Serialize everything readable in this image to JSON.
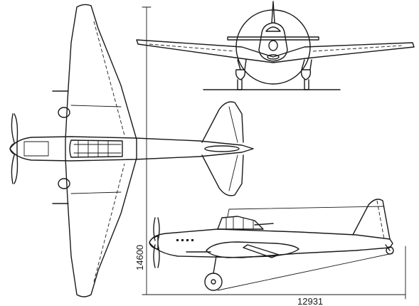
{
  "dimensions": {
    "wingspan_label": "14600",
    "length_label": "12931"
  },
  "views": [
    "top-view",
    "front-view",
    "side-view"
  ],
  "colors": {
    "ink": "#1a1a1a",
    "paper": "#ffffff"
  }
}
